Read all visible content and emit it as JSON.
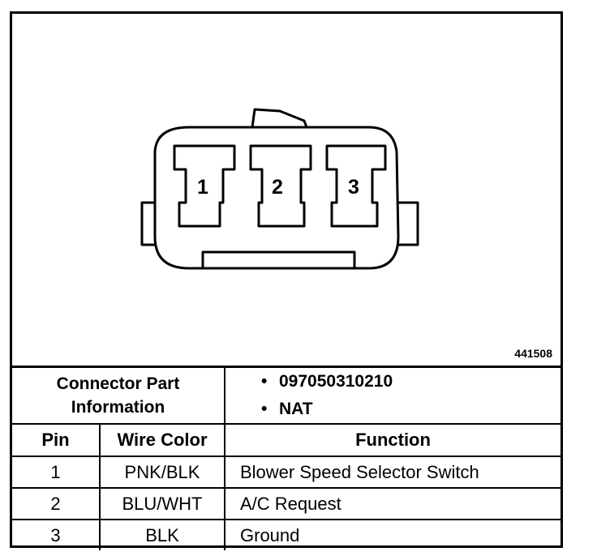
{
  "connector": {
    "pins": [
      "1",
      "2",
      "3"
    ],
    "figure_id": "441508"
  },
  "info": {
    "label_line1": "Connector Part",
    "label_line2": "Information",
    "items": [
      "097050310210",
      "NAT"
    ]
  },
  "table": {
    "headers": {
      "pin": "Pin",
      "wire_color": "Wire Color",
      "function": "Function"
    },
    "rows": [
      {
        "pin": "1",
        "wire_color": "PNK/BLK",
        "function": "Blower Speed Selector Switch"
      },
      {
        "pin": "2",
        "wire_color": "BLU/WHT",
        "function": "A/C Request"
      },
      {
        "pin": "3",
        "wire_color": "BLK",
        "function": "Ground"
      }
    ]
  }
}
